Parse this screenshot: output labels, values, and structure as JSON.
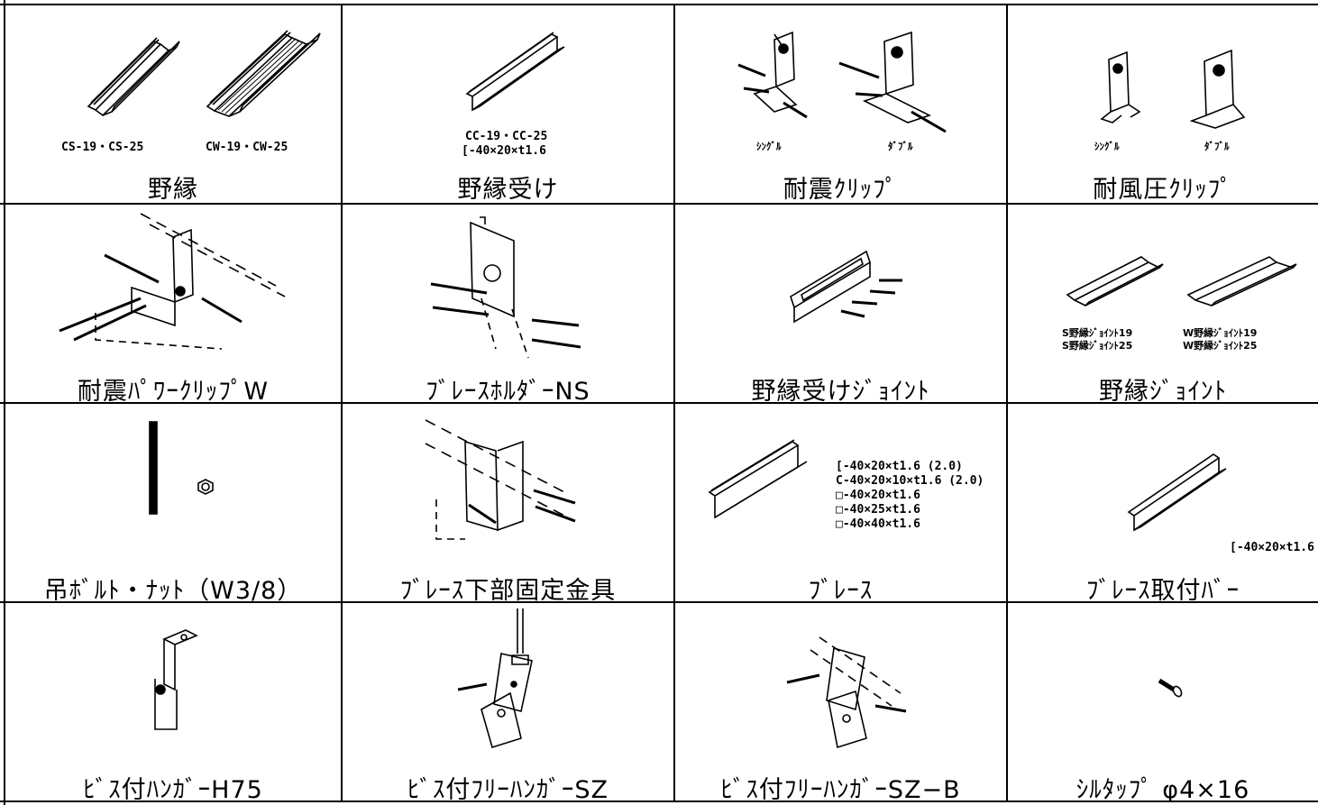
{
  "cells": [
    {
      "id": "nobuchi",
      "caption": "野縁",
      "labels": [
        "CS-19・CS-25",
        "CW-19・CW-25"
      ]
    },
    {
      "id": "nobuchi-uke",
      "caption": "野縁受け",
      "labels": [
        "CC-19・CC-25",
        "[-40×20×t1.6"
      ]
    },
    {
      "id": "taishin-clip",
      "caption": "耐震ｸﾘｯﾌﾟ",
      "labels": [
        "ｼﾝｸﾞﾙ",
        "ﾀﾞﾌﾞﾙ"
      ]
    },
    {
      "id": "taifuuatsu-clip",
      "caption": "耐風圧ｸﾘｯﾌﾟ",
      "labels": [
        "ｼﾝｸﾞﾙ",
        "ﾀﾞﾌﾞﾙ"
      ]
    },
    {
      "id": "taishin-power-clip",
      "caption": "耐震ﾊﾟﾜｰｸﾘｯﾌﾟW",
      "labels": []
    },
    {
      "id": "brace-holder",
      "caption": "ﾌﾞﾚｰｽﾎﾙﾀﾞｰNS",
      "labels": []
    },
    {
      "id": "nobuchi-uke-joint",
      "caption": "野縁受けｼﾞｮｲﾝﾄ",
      "labels": []
    },
    {
      "id": "nobuchi-joint",
      "caption": "野縁ｼﾞｮｲﾝﾄ",
      "labels": [
        "S野縁ｼﾞｮｲﾝﾄ19",
        "S野縁ｼﾞｮｲﾝﾄ25",
        "W野縁ｼﾞｮｲﾝﾄ19",
        "W野縁ｼﾞｮｲﾝﾄ25"
      ]
    },
    {
      "id": "tsuri-bolt",
      "caption": "吊ﾎﾞﾙﾄ・ﾅｯﾄ（W3/8）",
      "labels": []
    },
    {
      "id": "brace-lower",
      "caption": "ﾌﾞﾚｰｽ下部固定金具",
      "labels": []
    },
    {
      "id": "brace",
      "caption": "ﾌﾞﾚｰｽ",
      "labels": [
        "[-40×20×t1.6 (2.0)",
        "C-40×20×10×t1.6 (2.0)",
        "□-40×20×t1.6",
        "□-40×25×t1.6",
        "□-40×40×t1.6"
      ]
    },
    {
      "id": "brace-bar",
      "caption": "ﾌﾞﾚｰｽ取付ﾊﾞｰ",
      "labels": [
        "[-40×20×t1.6"
      ]
    },
    {
      "id": "hanger-h75",
      "caption": "ﾋﾞｽ付ﾊﾝｶﾞｰH75",
      "labels": []
    },
    {
      "id": "free-hanger-sz",
      "caption": "ﾋﾞｽ付ﾌﾘｰﾊﾝｶﾞｰSZ",
      "labels": []
    },
    {
      "id": "free-hanger-szb",
      "caption": "ﾋﾞｽ付ﾌﾘｰﾊﾝｶﾞｰSZ−B",
      "labels": []
    },
    {
      "id": "shiltap",
      "caption": "ｼﾙﾀｯﾌﾟ φ4×16",
      "labels": []
    }
  ]
}
